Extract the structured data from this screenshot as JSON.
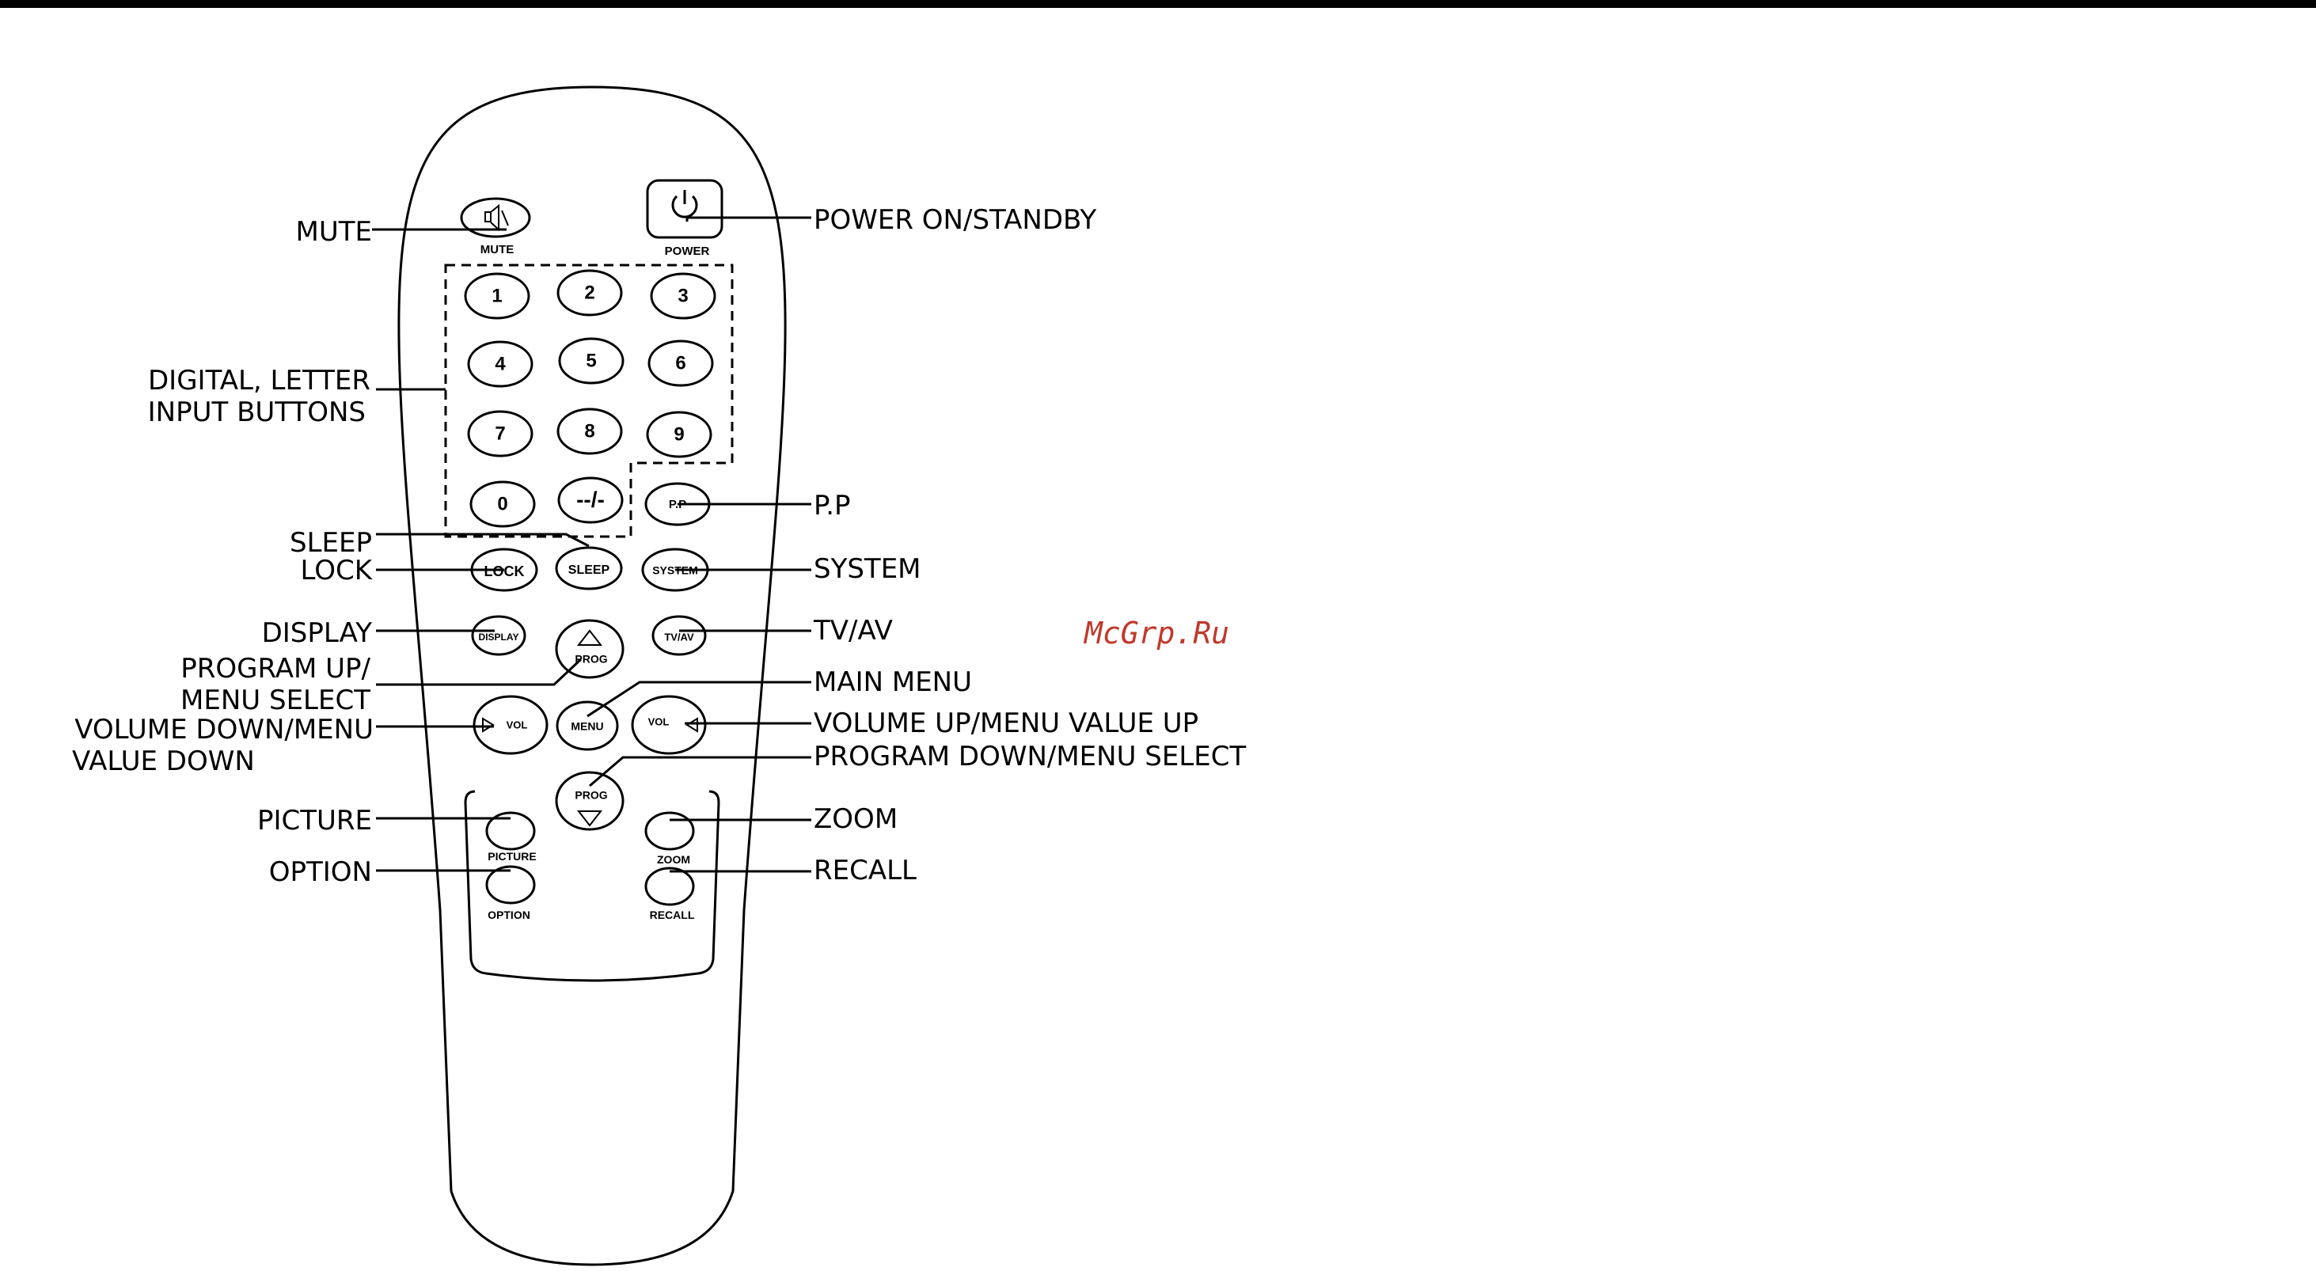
{
  "watermark": "McGrp.Ru",
  "colors": {
    "stroke": "#000000",
    "background": "#ffffff",
    "watermark": "#c0392b"
  },
  "buttons": {
    "mute_under": "MUTE",
    "power_under": "POWER",
    "digits": [
      "1",
      "2",
      "3",
      "4",
      "5",
      "6",
      "7",
      "8",
      "9",
      "0"
    ],
    "dash": "--/-",
    "pp": "P.P",
    "lock": "LOCK",
    "sleep": "SLEEP",
    "system": "SYSTEM",
    "display": "DISPLAY",
    "tvav": "TV/AV",
    "prog_up": "PROG",
    "prog_down": "PROG",
    "menu": "MENU",
    "vol_left": "VOL",
    "vol_right": "VOL",
    "picture": "PICTURE",
    "option": "OPTION",
    "zoom": "ZOOM",
    "recall": "RECALL"
  },
  "callouts": {
    "mute": "MUTE",
    "digital_1": "DIGITAL, LETTER",
    "digital_2": "INPUT BUTTONS",
    "sleep": "SLEEP",
    "lock": "LOCK",
    "display": "DISPLAY",
    "prog_up_1": "PROGRAM UP/",
    "prog_up_2": "MENU SELECT",
    "vol_down_1": "VOLUME DOWN/MENU",
    "vol_down_2": "VALUE DOWN",
    "picture": "PICTURE",
    "option": "OPTION",
    "power": "POWER ON/STANDBY",
    "pp": "P.P",
    "system": "SYSTEM",
    "tvav": "TV/AV",
    "main_menu": "MAIN MENU",
    "vol_up": "VOLUME UP/MENU VALUE UP",
    "prog_down": "PROGRAM DOWN/MENU SELECT",
    "zoom": "ZOOM",
    "recall": "RECALL"
  }
}
